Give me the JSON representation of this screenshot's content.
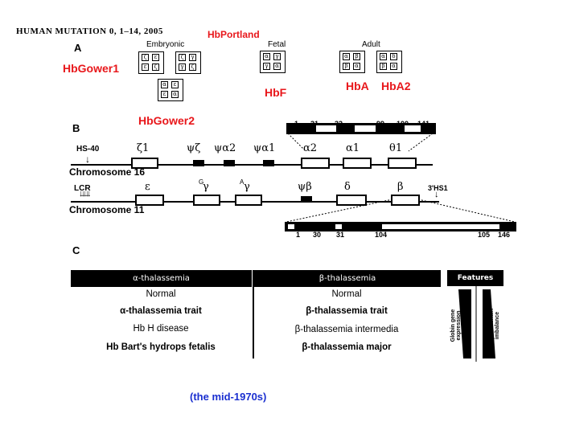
{
  "header": "HUMAN MUTATION 0, 1–14, 2005",
  "sections": {
    "a": "A",
    "b": "B",
    "c": "C"
  },
  "groups": {
    "embryonic": "Embryonic",
    "fetal": "Fetal",
    "adult": "Adult"
  },
  "hb_labels": {
    "portland": "HbPortland",
    "gower1": "HbGower1",
    "gower2": "HbGower2",
    "hbf": "HbF",
    "hba": "HbA",
    "hba2": "HbA2"
  },
  "chrom16": {
    "label": "Chromosome 16",
    "hs": "HS-40",
    "genes": [
      "ζ1",
      "ψζ",
      "ψα2",
      "ψα1",
      "α2",
      "α1",
      "θ1"
    ]
  },
  "chrom11": {
    "label": "Chromosome 11",
    "lcr": "LCR",
    "hs1": "3'HS1",
    "genes": [
      "ε",
      "γ",
      "γ",
      "ψβ",
      "δ",
      "β"
    ],
    "gamma_sup": [
      "G",
      "A"
    ]
  },
  "alpha_scale": [
    "1",
    "31",
    "32",
    "99",
    "100",
    "141"
  ],
  "beta_scale": [
    "1",
    "30",
    "31",
    "104",
    "105",
    "146"
  ],
  "table": {
    "alpha_header": "α-thalassemia",
    "beta_header": "β-thalassemia",
    "features_header": "Features",
    "alpha_rows": [
      "Normal",
      "α-thalassemia trait",
      "Hb H disease",
      "Hb Bart's hydrops fetalis"
    ],
    "beta_rows": [
      "Normal",
      "β-thalassemia trait",
      "β-thalassemia intermedia",
      "β-thalassemia major"
    ],
    "feature_1": "Globin gene expression",
    "feature_2": "Globin chain imbalance"
  },
  "footer": "(the mid-1970s)"
}
